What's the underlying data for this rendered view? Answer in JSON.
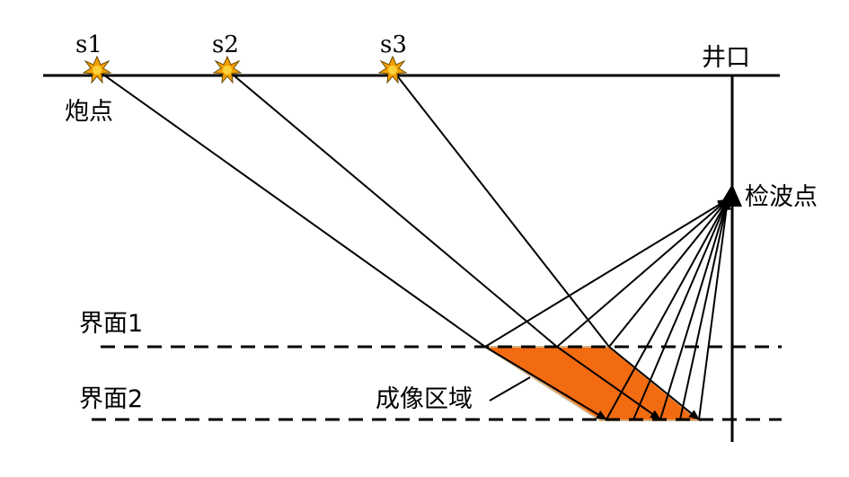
{
  "shots": [
    {
      "label": "s1"
    },
    {
      "label": "s2"
    },
    {
      "label": "s3"
    }
  ],
  "labels": {
    "wellhead": "井口",
    "shot_point": "炮点",
    "receiver": "检波点",
    "interface1": "界面1",
    "interface2": "界面2",
    "imaging_area": "成像区域"
  },
  "colors": {
    "line": "#000000",
    "imaging_fill": "#f26b11",
    "shot_star": "#f5a000",
    "shot_star_center": "#fbd23c"
  },
  "icons": {
    "shot": "explosion-star-icon",
    "receiver": "triangle-receiver-icon"
  }
}
